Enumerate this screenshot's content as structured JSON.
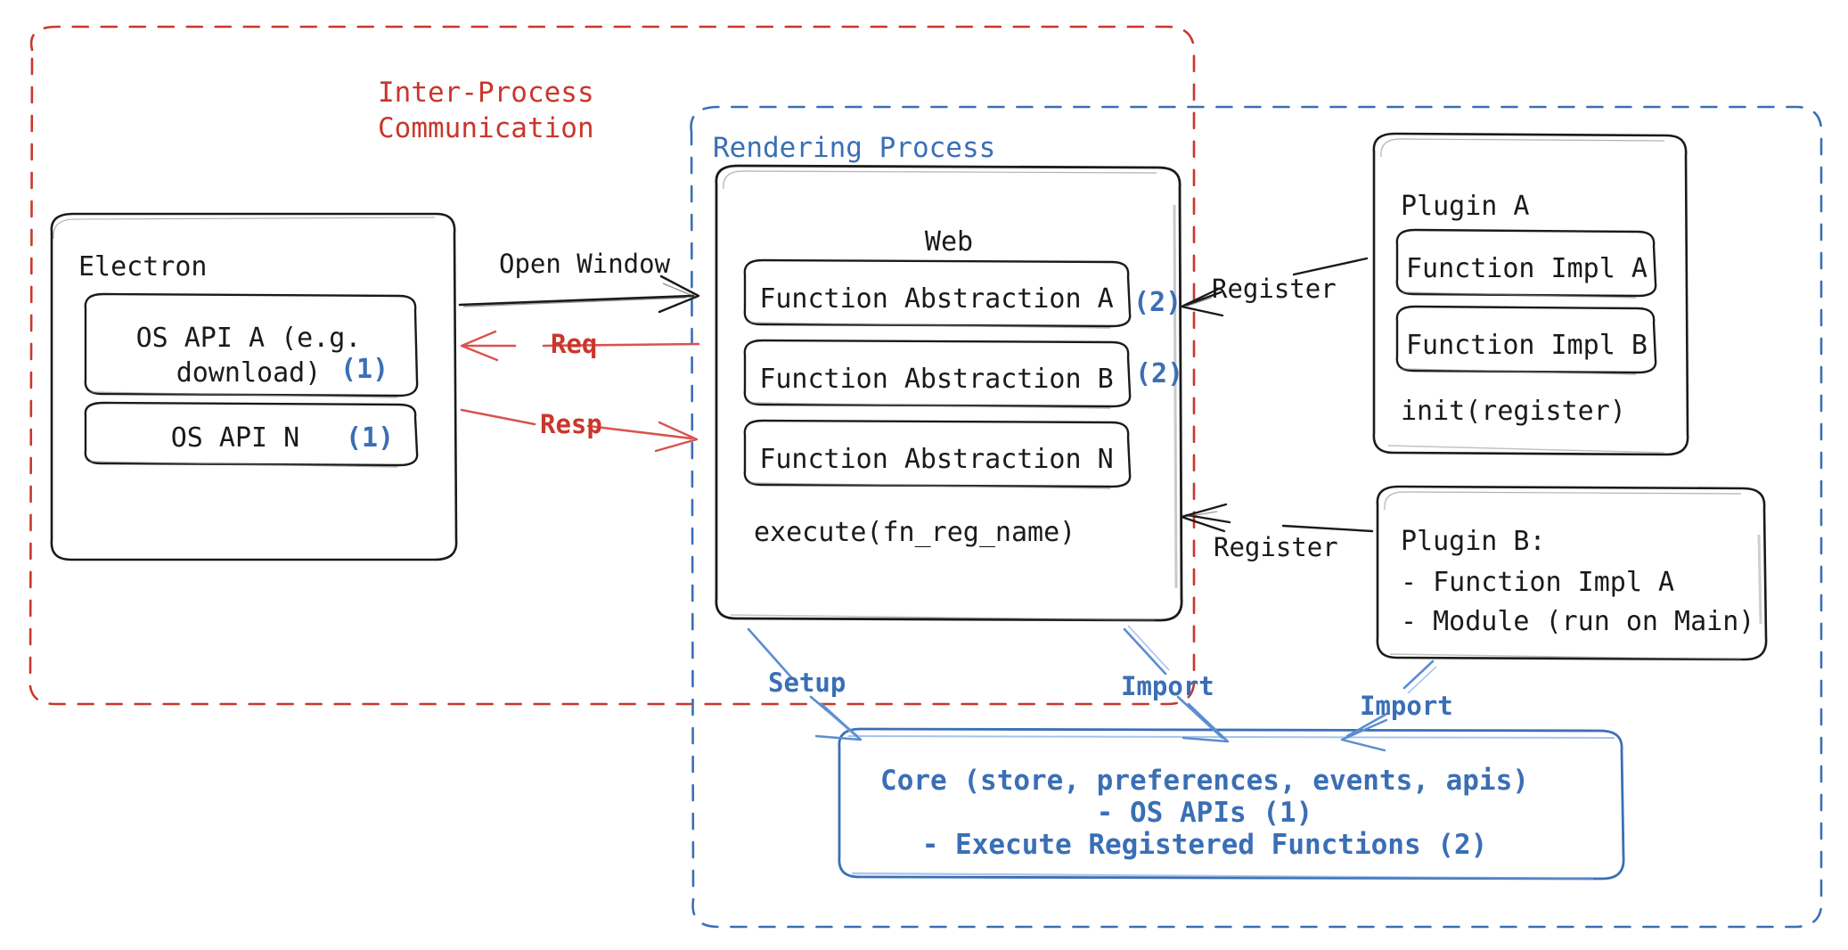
{
  "diagram": {
    "title": "Electron plugin architecture diagram",
    "colors": {
      "ipc_red": "#c9372c",
      "process_blue": "#3a6fb5",
      "node_stroke": "#1a1a1a",
      "background": "#ffffff"
    },
    "groups": [
      {
        "id": "ipc",
        "label": "Inter-Process\nCommunication",
        "style": "dashed",
        "color": "#c9372c"
      },
      {
        "id": "rendering",
        "label": "Rendering Process",
        "style": "dashed",
        "color": "#3a6fb5"
      }
    ],
    "nodes": {
      "electron": {
        "title": "Electron",
        "children": [
          {
            "label": "OS API A (e.g.\ndownload)",
            "marker": "(1)"
          },
          {
            "label": "OS API N",
            "marker": "(1)"
          }
        ]
      },
      "web": {
        "title": "Web",
        "children": [
          {
            "label": "Function Abstraction A",
            "marker": "(2)"
          },
          {
            "label": "Function Abstraction B",
            "marker": "(2)"
          },
          {
            "label": "Function Abstraction N",
            "marker": ""
          }
        ],
        "footer": "execute(fn_reg_name)"
      },
      "plugin_a": {
        "title": "Plugin A",
        "children": [
          {
            "label": "Function Impl A"
          },
          {
            "label": "Function Impl B"
          }
        ],
        "footer": "init(register)"
      },
      "plugin_b": {
        "lines": [
          "Plugin B:",
          "- Function Impl A",
          "- Module (run on Main)"
        ]
      },
      "core": {
        "lines": [
          "Core (store, preferences, events, apis)",
          "- OS APIs (1)",
          "- Execute Registered Functions (2)"
        ]
      }
    },
    "edges": [
      {
        "id": "open-window",
        "label": "Open Window",
        "color": "#1a1a1a",
        "from": "electron",
        "to": "web"
      },
      {
        "id": "req",
        "label": "Req",
        "color": "#c9372c",
        "from": "web",
        "to": "electron"
      },
      {
        "id": "resp",
        "label": "Resp",
        "color": "#c9372c",
        "from": "electron",
        "to": "web"
      },
      {
        "id": "register-a",
        "label": "Register",
        "color": "#1a1a1a",
        "from": "plugin_a",
        "to": "web"
      },
      {
        "id": "register-b",
        "label": "Register",
        "color": "#1a1a1a",
        "from": "plugin_b",
        "to": "web"
      },
      {
        "id": "setup",
        "label": "Setup",
        "color": "#3a6fb5",
        "from": "web",
        "to": "core"
      },
      {
        "id": "import-web",
        "label": "Import",
        "color": "#3a6fb5",
        "from": "web",
        "to": "core"
      },
      {
        "id": "import-plug",
        "label": "Import",
        "color": "#3a6fb5",
        "from": "plugin_b",
        "to": "core"
      }
    ]
  }
}
